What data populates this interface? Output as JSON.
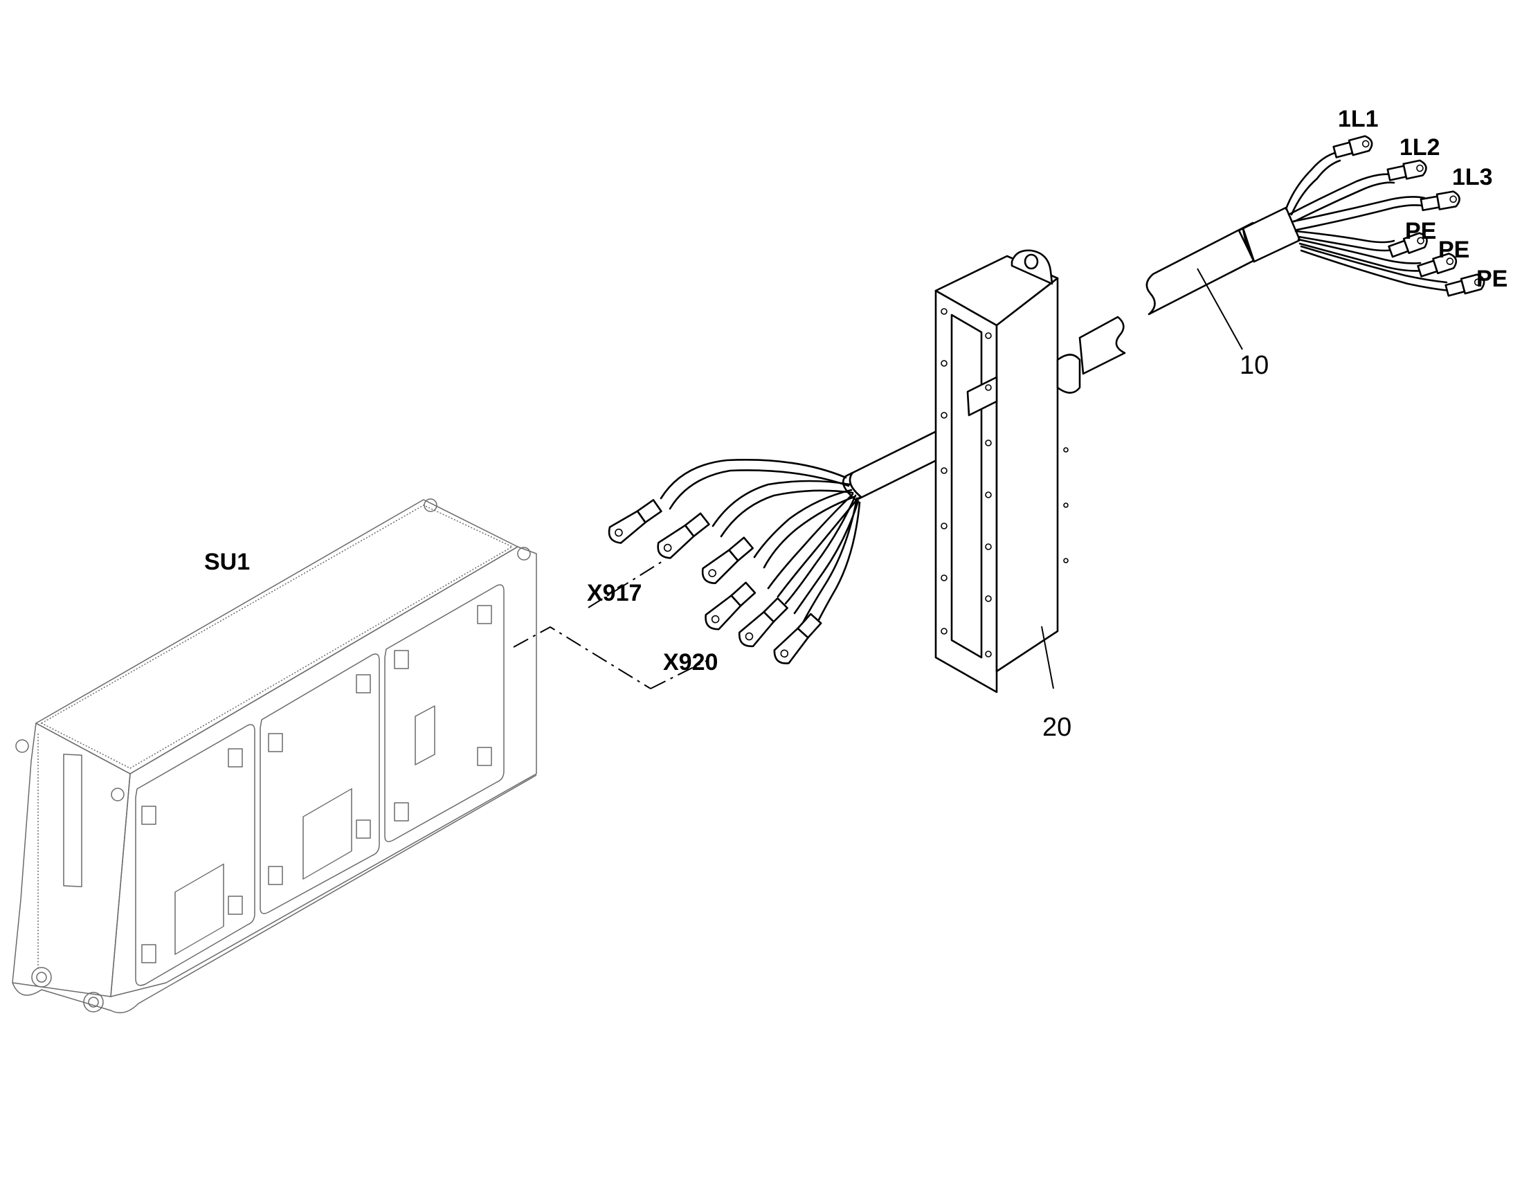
{
  "labels": {
    "su1": "SU1",
    "x917": "X917",
    "x920": "X920",
    "item_10": "10",
    "item_20": "20",
    "l1": "1L1",
    "l2": "1L2",
    "l3": "1L3",
    "pe1": "PE",
    "pe2": "PE",
    "pe3": "PE"
  }
}
